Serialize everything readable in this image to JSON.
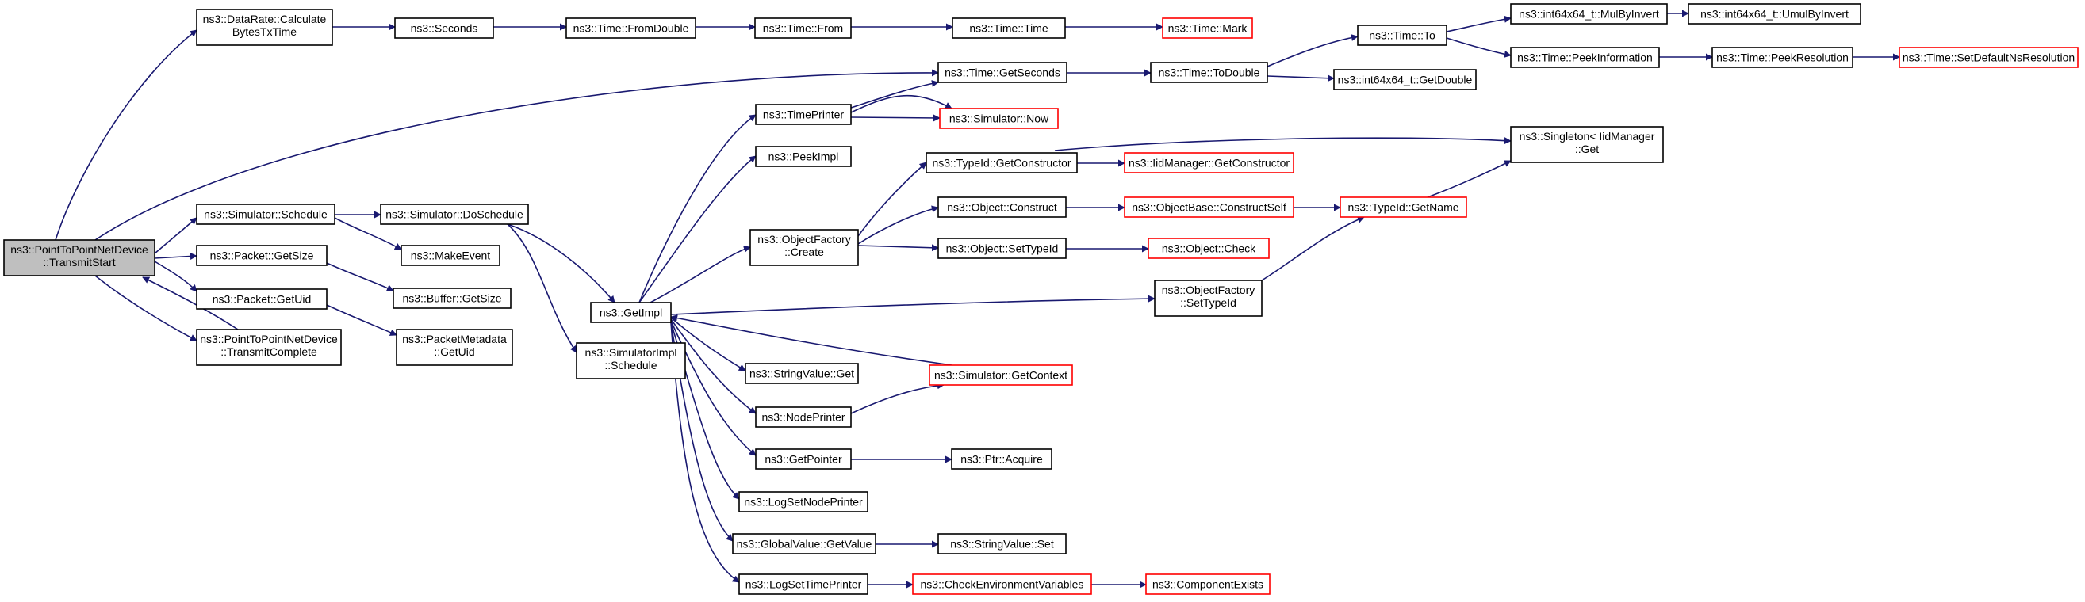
{
  "colors": {
    "edge": "#191970",
    "normal_border": "#000000",
    "undocumented_border": "#ff0000",
    "root_fill": "#bfbfbf",
    "node_fill": "#ffffff"
  },
  "nodes": [
    {
      "id": "root",
      "lines": [
        "ns3::PointToPointNetDevice",
        "::TransmitStart"
      ],
      "type": "root"
    },
    {
      "id": "calcbytes",
      "lines": [
        "ns3::DataRate::Calculate",
        "BytesTxTime"
      ],
      "type": "normal"
    },
    {
      "id": "seconds",
      "lines": [
        "ns3::Seconds"
      ],
      "type": "normal"
    },
    {
      "id": "fromdouble",
      "lines": [
        "ns3::Time::FromDouble"
      ],
      "type": "normal"
    },
    {
      "id": "from",
      "lines": [
        "ns3::Time::From"
      ],
      "type": "normal"
    },
    {
      "id": "time",
      "lines": [
        "ns3::Time::Time"
      ],
      "type": "normal"
    },
    {
      "id": "mark",
      "lines": [
        "ns3::Time::Mark"
      ],
      "type": "red"
    },
    {
      "id": "getseconds",
      "lines": [
        "ns3::Time::GetSeconds"
      ],
      "type": "normal"
    },
    {
      "id": "todouble",
      "lines": [
        "ns3::Time::ToDouble"
      ],
      "type": "normal"
    },
    {
      "id": "to",
      "lines": [
        "ns3::Time::To"
      ],
      "type": "normal"
    },
    {
      "id": "mulbyinvert",
      "lines": [
        "ns3::int64x64_t::MulByInvert"
      ],
      "type": "normal"
    },
    {
      "id": "umulbyinvert",
      "lines": [
        "ns3::int64x64_t::UmulByInvert"
      ],
      "type": "normal"
    },
    {
      "id": "peekinfo",
      "lines": [
        "ns3::Time::PeekInformation"
      ],
      "type": "normal"
    },
    {
      "id": "peekres",
      "lines": [
        "ns3::Time::PeekResolution"
      ],
      "type": "normal"
    },
    {
      "id": "setdefres",
      "lines": [
        "ns3::Time::SetDefaultNsResolution"
      ],
      "type": "red"
    },
    {
      "id": "getdouble",
      "lines": [
        "ns3::int64x64_t::GetDouble"
      ],
      "type": "normal"
    },
    {
      "id": "timeprinter",
      "lines": [
        "ns3::TimePrinter"
      ],
      "type": "normal"
    },
    {
      "id": "now",
      "lines": [
        "ns3::Simulator::Now"
      ],
      "type": "red"
    },
    {
      "id": "peekimpl",
      "lines": [
        "ns3::PeekImpl"
      ],
      "type": "normal"
    },
    {
      "id": "getconstructor",
      "lines": [
        "ns3::TypeId::GetConstructor"
      ],
      "type": "normal"
    },
    {
      "id": "iidgetconstructor",
      "lines": [
        "ns3::IidManager::GetConstructor"
      ],
      "type": "red"
    },
    {
      "id": "singleton",
      "lines": [
        "ns3::Singleton< IidManager",
        "::Get"
      ],
      "type": "normal"
    },
    {
      "id": "construct",
      "lines": [
        "ns3::Object::Construct"
      ],
      "type": "normal"
    },
    {
      "id": "constructself",
      "lines": [
        "ns3::ObjectBase::ConstructSelf"
      ],
      "type": "red"
    },
    {
      "id": "getname",
      "lines": [
        "ns3::TypeId::GetName"
      ],
      "type": "red"
    },
    {
      "id": "ofcreate",
      "lines": [
        "ns3::ObjectFactory",
        "::Create"
      ],
      "type": "normal"
    },
    {
      "id": "settypeid",
      "lines": [
        "ns3::Object::SetTypeId"
      ],
      "type": "normal"
    },
    {
      "id": "check",
      "lines": [
        "ns3::Object::Check"
      ],
      "type": "red"
    },
    {
      "id": "schedule",
      "lines": [
        "ns3::Simulator::Schedule"
      ],
      "type": "normal"
    },
    {
      "id": "doschedule",
      "lines": [
        "ns3::Simulator::DoSchedule"
      ],
      "type": "normal"
    },
    {
      "id": "makeevent",
      "lines": [
        "ns3::MakeEvent"
      ],
      "type": "normal"
    },
    {
      "id": "pktgetsize",
      "lines": [
        "ns3::Packet::GetSize"
      ],
      "type": "normal"
    },
    {
      "id": "bufgetsize",
      "lines": [
        "ns3::Buffer::GetSize"
      ],
      "type": "normal"
    },
    {
      "id": "pktgetuid",
      "lines": [
        "ns3::Packet::GetUid"
      ],
      "type": "normal"
    },
    {
      "id": "transmitcomplete",
      "lines": [
        "ns3::PointToPointNetDevice",
        "::TransmitComplete"
      ],
      "type": "normal"
    },
    {
      "id": "pmgetuid",
      "lines": [
        "ns3::PacketMetadata",
        "::GetUid"
      ],
      "type": "normal"
    },
    {
      "id": "getimpl",
      "lines": [
        "ns3::GetImpl"
      ],
      "type": "normal"
    },
    {
      "id": "ofsettypeid",
      "lines": [
        "ns3::ObjectFactory",
        "::SetTypeId"
      ],
      "type": "normal"
    },
    {
      "id": "simimplschedule",
      "lines": [
        "ns3::SimulatorImpl",
        "::Schedule"
      ],
      "type": "normal"
    },
    {
      "id": "stringvalueget",
      "lines": [
        "ns3::StringValue::Get"
      ],
      "type": "normal"
    },
    {
      "id": "getcontext",
      "lines": [
        "ns3::Simulator::GetContext"
      ],
      "type": "red"
    },
    {
      "id": "nodeprinter",
      "lines": [
        "ns3::NodePrinter"
      ],
      "type": "normal"
    },
    {
      "id": "getpointer",
      "lines": [
        "ns3::GetPointer"
      ],
      "type": "normal"
    },
    {
      "id": "acquire",
      "lines": [
        "ns3::Ptr::Acquire"
      ],
      "type": "normal"
    },
    {
      "id": "logsetnodeprinter",
      "lines": [
        "ns3::LogSetNodePrinter"
      ],
      "type": "normal"
    },
    {
      "id": "gvgetvalue",
      "lines": [
        "ns3::GlobalValue::GetValue"
      ],
      "type": "normal"
    },
    {
      "id": "stringvalueset",
      "lines": [
        "ns3::StringValue::Set"
      ],
      "type": "normal"
    },
    {
      "id": "logsettimeprinter",
      "lines": [
        "ns3::LogSetTimePrinter"
      ],
      "type": "normal"
    },
    {
      "id": "checkenv",
      "lines": [
        "ns3::CheckEnvironmentVariables"
      ],
      "type": "red"
    },
    {
      "id": "compexists",
      "lines": [
        "ns3::ComponentExists"
      ],
      "type": "red"
    }
  ]
}
